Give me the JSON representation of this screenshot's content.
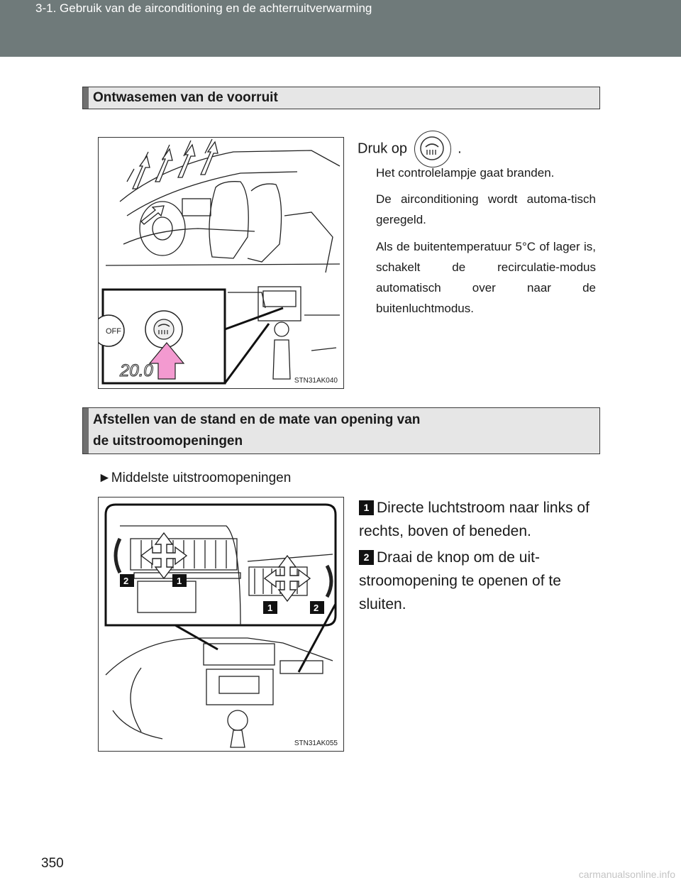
{
  "header": {
    "breadcrumb": "3-1. Gebruik van de airconditioning en de achterruitverwarming"
  },
  "section1": {
    "title": "Ontwasemen van de voorruit",
    "press_prefix": "Druk op",
    "press_suffix": ".",
    "notes": [
      "Het controlelampje gaat branden.",
      "De airconditioning wordt automa-tisch geregeld.",
      "Als de buitentemperatuur 5°C of lager is, schakelt de recirculatie-modus automatisch over naar de buitenluchtmodus."
    ],
    "figure_code": "STN31AK040",
    "figure_labels": {
      "off": "OFF",
      "temp": "20.0"
    }
  },
  "section2": {
    "title_line1": "Afstellen van de stand en de mate van opening van",
    "title_line2": "de uitstroomopeningen",
    "bullet": "►Middelste uitstroomopeningen",
    "steps": [
      {
        "num": "1",
        "text": "Directe luchtstroom naar links of rechts, boven of beneden."
      },
      {
        "num": "2",
        "text": "Draai de knop om de uit-stroomopening te openen of te sluiten."
      }
    ],
    "figure_code": "STN31AK055",
    "callouts": [
      "2",
      "1",
      "1",
      "2"
    ]
  },
  "footer": {
    "page_number": "350",
    "watermark": "carmanualsonline.info"
  }
}
